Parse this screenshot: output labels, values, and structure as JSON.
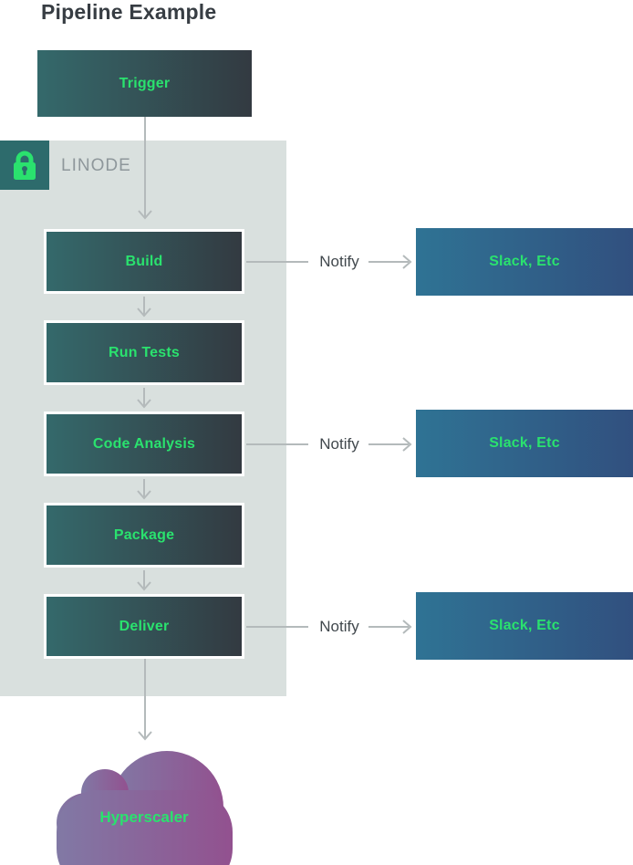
{
  "title": "Pipeline Example",
  "trigger": {
    "label": "Trigger"
  },
  "linode": {
    "label": "LINODE",
    "lock_icon": "lock-icon",
    "steps": [
      {
        "label": "Build"
      },
      {
        "label": "Run Tests"
      },
      {
        "label": "Code Analysis"
      },
      {
        "label": "Package"
      },
      {
        "label": "Deliver"
      }
    ]
  },
  "notifications": [
    {
      "from_step": "Build",
      "label": "Notify",
      "target": "Slack, Etc"
    },
    {
      "from_step": "Code Analysis",
      "label": "Notify",
      "target": "Slack, Etc"
    },
    {
      "from_step": "Deliver",
      "label": "Notify",
      "target": "Slack, Etc"
    }
  ],
  "cloud": {
    "label": "Hyperscaler"
  },
  "colors": {
    "step_gradient_start": "#34696b",
    "step_gradient_end": "#333a41",
    "target_gradient_start": "#2f7394",
    "target_gradient_end": "#31507f",
    "cloud_gradient_start": "#8179a5",
    "cloud_gradient_end": "#92518f",
    "accent_green": "#2ae26e",
    "group_background": "#d9e0de",
    "lock_tile_background": "#2d6b6c",
    "arrow_gray": "#b4babb",
    "title_color": "#373d43",
    "group_label_color": "#8e979b"
  }
}
